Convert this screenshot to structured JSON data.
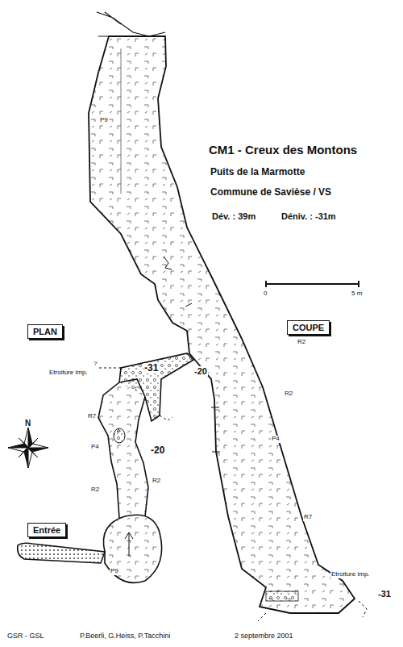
{
  "diagram": {
    "title": "CM1 - Creux des Montons",
    "nodes": [
      {
        "text": [
          "PLAN"
        ]
      },
      {
        "text": [
          "COUPE"
        ]
      },
      {
        "text": [
          "Entrée"
        ]
      }
    ],
    "labels": [
      "Puits de la Marmotte",
      "Commune de Savièse / VS",
      "Dév. : 39m",
      "Déniv. : -31m",
      "0",
      "5 m",
      "P9",
      "R2",
      "-20",
      "R2",
      "P4",
      "R7",
      "Etroiture imp.",
      "-31",
      "?",
      "Etroiture imp.",
      "-31",
      "R7",
      "P4",
      "-20",
      "R2",
      "R2",
      "P9",
      "N",
      "GSR - GSL",
      "P.Beerli, G.Heiss, P.Tacchini",
      "2 septembre 2001"
    ]
  }
}
